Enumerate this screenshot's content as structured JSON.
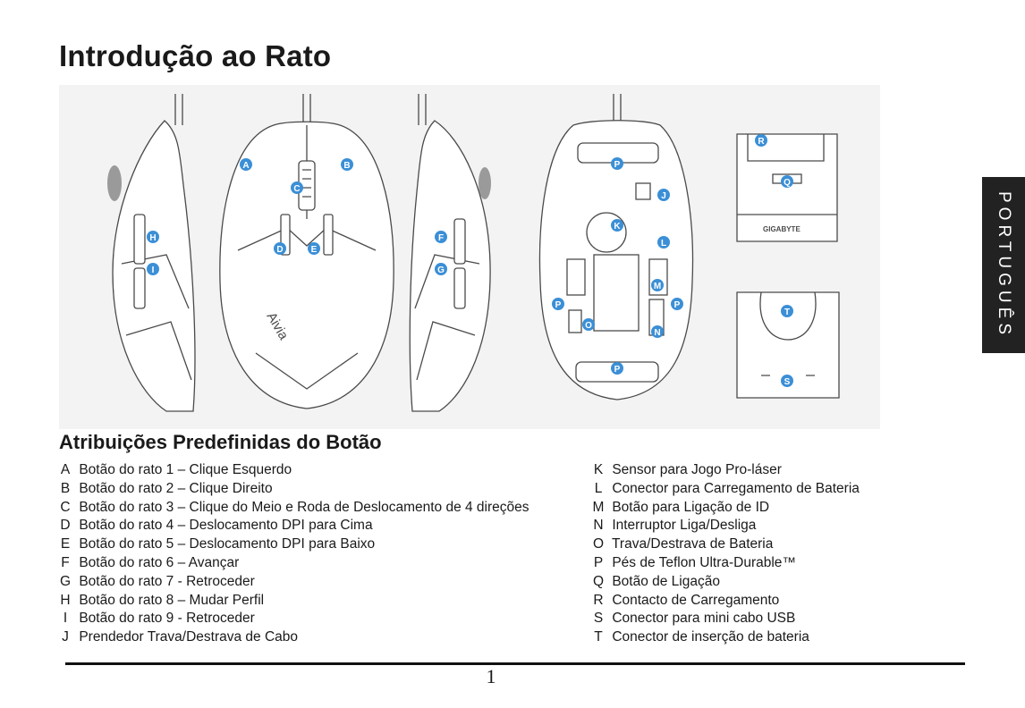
{
  "page": {
    "title": "Introdução ao Rato",
    "language_tab": "PORTUGUÊS",
    "page_number": "1"
  },
  "diagram": {
    "brand_logo": "Aivia",
    "dock_logo": "GIGABYTE",
    "callouts": [
      "A",
      "B",
      "C",
      "D",
      "E",
      "F",
      "G",
      "H",
      "I",
      "J",
      "K",
      "L",
      "M",
      "N",
      "O",
      "P",
      "Q",
      "R",
      "S",
      "T"
    ]
  },
  "assignments": {
    "heading": "Atribuições Predefinidas do Botão",
    "left": [
      {
        "key": "A",
        "text": "Botão do rato 1 – Clique Esquerdo"
      },
      {
        "key": "B",
        "text": "Botão do rato 2 – Clique Direito"
      },
      {
        "key": "C",
        "text": "Botão do rato 3 – Clique do Meio e Roda de Deslocamento de 4 direções"
      },
      {
        "key": "D",
        "text": "Botão do rato 4 – Deslocamento DPI para Cima"
      },
      {
        "key": "E",
        "text": "Botão do rato 5 – Deslocamento DPI para Baixo"
      },
      {
        "key": "F",
        "text": "Botão do rato 6 – Avançar"
      },
      {
        "key": "G",
        "text": "Botão do rato 7 - Retroceder"
      },
      {
        "key": "H",
        "text": "Botão do rato 8 – Mudar Perfil"
      },
      {
        "key": "I",
        "text": "Botão do rato 9 - Retroceder"
      },
      {
        "key": "J",
        "text": "Prendedor Trava/Destrava de Cabo"
      }
    ],
    "right": [
      {
        "key": "K",
        "text": "Sensor para Jogo Pro-láser"
      },
      {
        "key": "L",
        "text": "Conector para Carregamento de Bateria"
      },
      {
        "key": "M",
        "text": "Botão para Ligação de ID"
      },
      {
        "key": "N",
        "text": "Interruptor Liga/Desliga"
      },
      {
        "key": "O",
        "text": "Trava/Destrava de Bateria"
      },
      {
        "key": "P",
        "text": "Pés de Teflon Ultra-Durable™"
      },
      {
        "key": "Q",
        "text": "Botão de Ligação"
      },
      {
        "key": "R",
        "text": "Contacto de Carregamento"
      },
      {
        "key": "S",
        "text": "Conector para mini cabo USB"
      },
      {
        "key": "T",
        "text": "Conector de inserção de bateria"
      }
    ]
  }
}
